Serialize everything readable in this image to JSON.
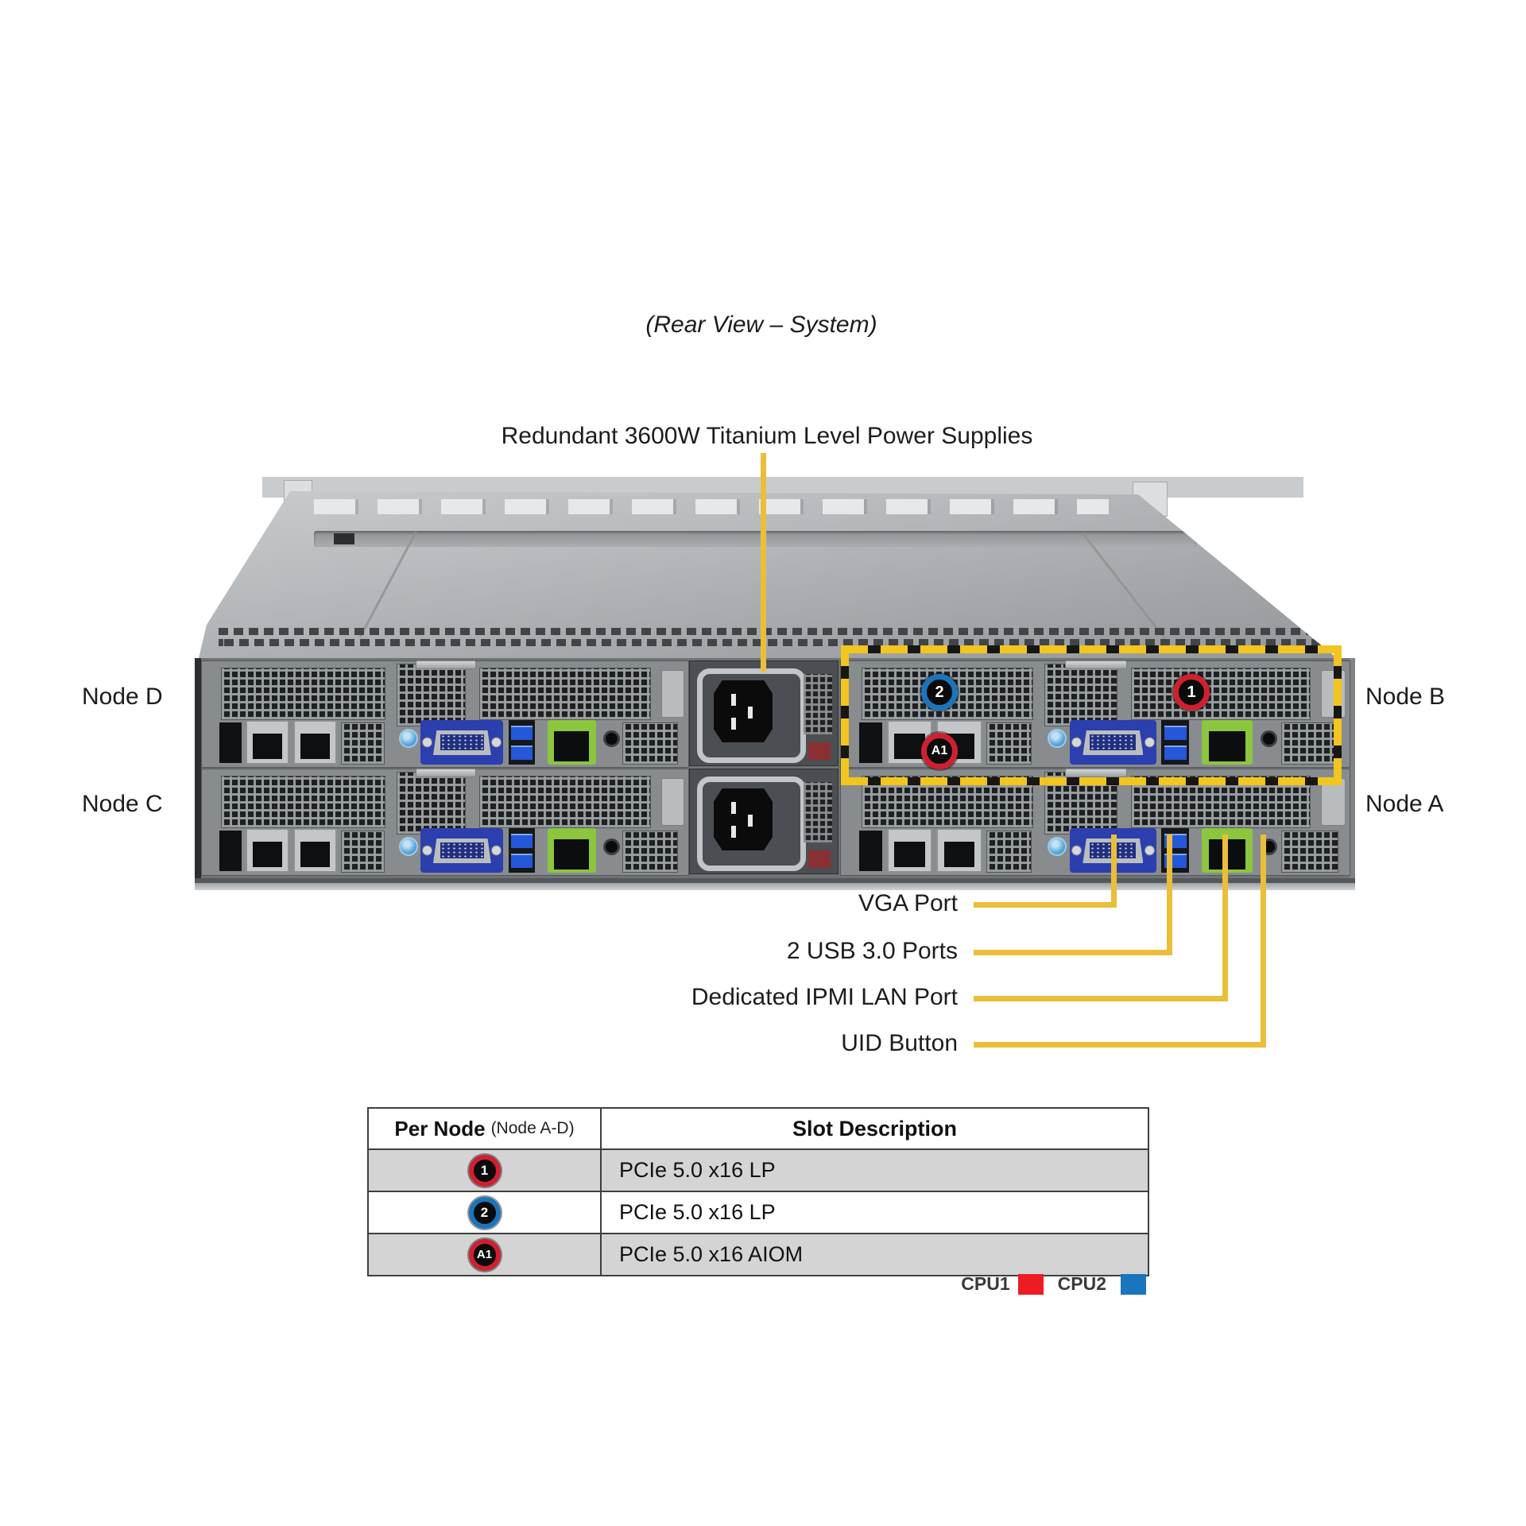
{
  "title": "(Rear View – System)",
  "psu_callout": {
    "label": "Redundant 3600W Titanium Level Power Supplies"
  },
  "nodes": {
    "d": "Node D",
    "c": "Node C",
    "b": "Node B",
    "a": "Node A"
  },
  "slot_badges": {
    "slot1": "1",
    "slot2": "2",
    "aiom": "A1"
  },
  "port_callouts": {
    "vga": "VGA Port",
    "usb": "2 USB 3.0 Ports",
    "ipmi": "Dedicated IPMI LAN Port",
    "uid": "UID Button"
  },
  "table": {
    "header": {
      "col1_main": "Per Node",
      "col1_sub": "(Node A-D)",
      "col2": "Slot Description"
    },
    "rows": [
      {
        "badge": "1",
        "badge_color": "#cf2030",
        "description": "PCIe 5.0 x16 LP"
      },
      {
        "badge": "2",
        "badge_color": "#1b75bc",
        "description": "PCIe 5.0 x16 LP"
      },
      {
        "badge": "A1",
        "badge_color": "#cf2030",
        "description": "PCIe 5.0 x16 AIOM"
      }
    ]
  },
  "legend": {
    "cpu1_label": "CPU1",
    "cpu1_color": "#ed1c24",
    "cpu2_label": "CPU2",
    "cpu2_color": "#1b75bc"
  },
  "colors": {
    "callout_line": "#EBBE3A",
    "hazard_yellow": "#F2C51F",
    "vga_blue": "#2C3FAE",
    "usb_blue": "#2458D8",
    "ipmi_green": "#8BC63E",
    "chassis_gray": "#A2A6A9"
  }
}
